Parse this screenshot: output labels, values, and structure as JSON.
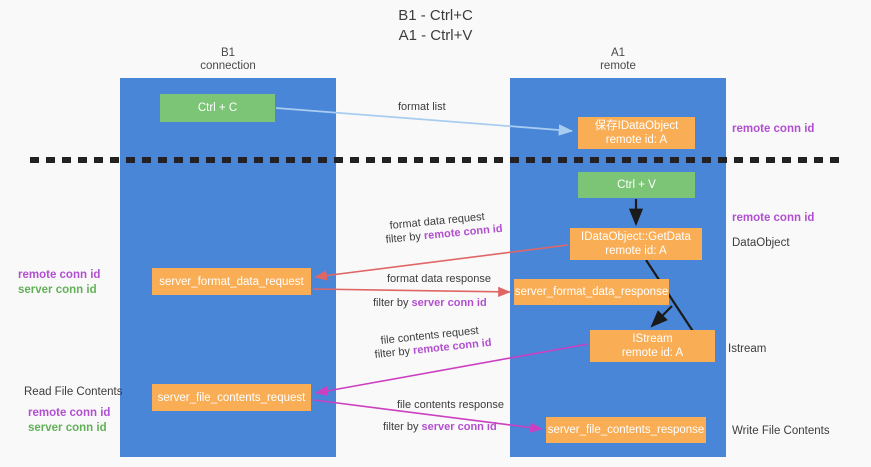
{
  "title": "B1 - Ctrl+C\nA1 - Ctrl+V",
  "columns": {
    "left": {
      "name": "B1",
      "role": "connection",
      "header": "B1\nconnection"
    },
    "right": {
      "name": "A1",
      "role": "remote",
      "header": "A1\nremote"
    }
  },
  "nodes": {
    "ctrl_c": {
      "label": "Ctrl + C",
      "color": "#7cc576",
      "column": "left"
    },
    "save_idataobject": {
      "label": "保存IDataObject\nremote id: A",
      "color": "#f9ad55",
      "column": "right"
    },
    "ctrl_v": {
      "label": "Ctrl + V",
      "color": "#7cc576",
      "column": "right"
    },
    "getdata": {
      "label": "IDataObject::GetData\nremote id: A",
      "color": "#f9ad55",
      "column": "right"
    },
    "server_format_data_request": {
      "label": "server_format_data_request",
      "color": "#f9ad55",
      "column": "left"
    },
    "server_format_data_response": {
      "label": "server_format_data_response",
      "color": "#f9ad55",
      "column": "right"
    },
    "istream": {
      "label": "IStream\nremote id: A",
      "color": "#f9ad55",
      "column": "right"
    },
    "server_file_contents_request": {
      "label": "server_file_contents_request",
      "color": "#f9ad55",
      "column": "left"
    },
    "server_file_contents_response": {
      "label": "server_file_contents_response",
      "color": "#f9ad55",
      "column": "right"
    }
  },
  "edges": {
    "format_list": {
      "label": "format list",
      "color": "#a8cdf0"
    },
    "format_data_request": {
      "label": "format data request",
      "filter_prefix": "filter by ",
      "filter_key": "remote conn id",
      "color": "#e06666"
    },
    "format_data_response": {
      "label": "format data response",
      "filter_prefix": "filter by ",
      "filter_key": "server conn id",
      "color": "#e06666"
    },
    "file_contents_request": {
      "label": "file contents request",
      "filter_prefix": "filter by ",
      "filter_key": "remote conn id",
      "color": "#cc3fc1"
    },
    "file_contents_response": {
      "label": "file contents response",
      "filter_prefix": "filter by ",
      "filter_key": "server conn id",
      "color": "#cc3fc1"
    }
  },
  "annotations": {
    "remote_conn_id_top": "remote conn id",
    "remote_conn_id_mid": "remote conn id",
    "dataobject": "DataObject",
    "istream": "Istream",
    "write_file_contents": "Write File Contents",
    "read_file_contents": "Read File Contents",
    "left_mid_remote": "remote conn id",
    "left_mid_server": "server conn id",
    "left_low_remote": "remote conn id",
    "left_low_server": "server conn id"
  },
  "colors": {
    "lane": "#4a86d8",
    "green_node": "#7cc576",
    "orange_node": "#f9ad55",
    "purple_text": "#b24fd0",
    "green_text": "#62b158",
    "red_arrow": "#e06666",
    "magenta_arrow": "#cc3fc1",
    "light_blue_arrow": "#a8cdf0",
    "background": "#f9f9f9",
    "divider": "#222222"
  }
}
